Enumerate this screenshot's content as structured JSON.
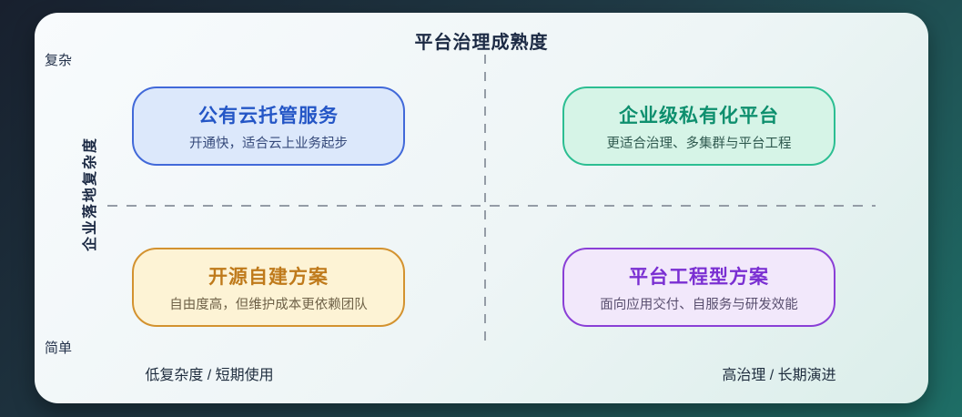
{
  "title": "平台治理成熟度",
  "axes": {
    "y_label": "企业落地复杂度",
    "y_top": "复杂",
    "y_bottom": "简单",
    "x_left": "低复杂度 / 短期使用",
    "x_right": "高治理 / 长期演进"
  },
  "quadrants": [
    {
      "id": "public-cloud-managed",
      "title": "公有云托管服务",
      "subtitle": "开通快，适合云上业务起步",
      "fill": "#dce8fb",
      "border": "#4169d9",
      "title_color": "#2456c6",
      "subtitle_color": "#35497a"
    },
    {
      "id": "enterprise-private-platform",
      "title": "企业级私有化平台",
      "subtitle": "更适合治理、多集群与平台工程",
      "fill": "#d6f4e7",
      "border": "#2cbe92",
      "title_color": "#0e8f6e",
      "subtitle_color": "#2e584e"
    },
    {
      "id": "open-source-self-built",
      "title": "开源自建方案",
      "subtitle": "自由度高，但维护成本更依赖团队",
      "fill": "#fdf3d5",
      "border": "#d3922f",
      "title_color": "#bf7a1b",
      "subtitle_color": "#6f6248"
    },
    {
      "id": "platform-engineering",
      "title": "平台工程型方案",
      "subtitle": "面向应用交付、自服务与研发效能",
      "fill": "#f2e8fb",
      "border": "#8a3fd6",
      "title_color": "#7a2fd2",
      "subtitle_color": "#584e6e"
    }
  ],
  "colors": {
    "background_start": "#18202e",
    "background_end": "#1e6e66",
    "card_start": "#f8fbfd",
    "card_end": "#dbeeea",
    "divider": "#949ca6",
    "title_text": "#1c2a44"
  }
}
